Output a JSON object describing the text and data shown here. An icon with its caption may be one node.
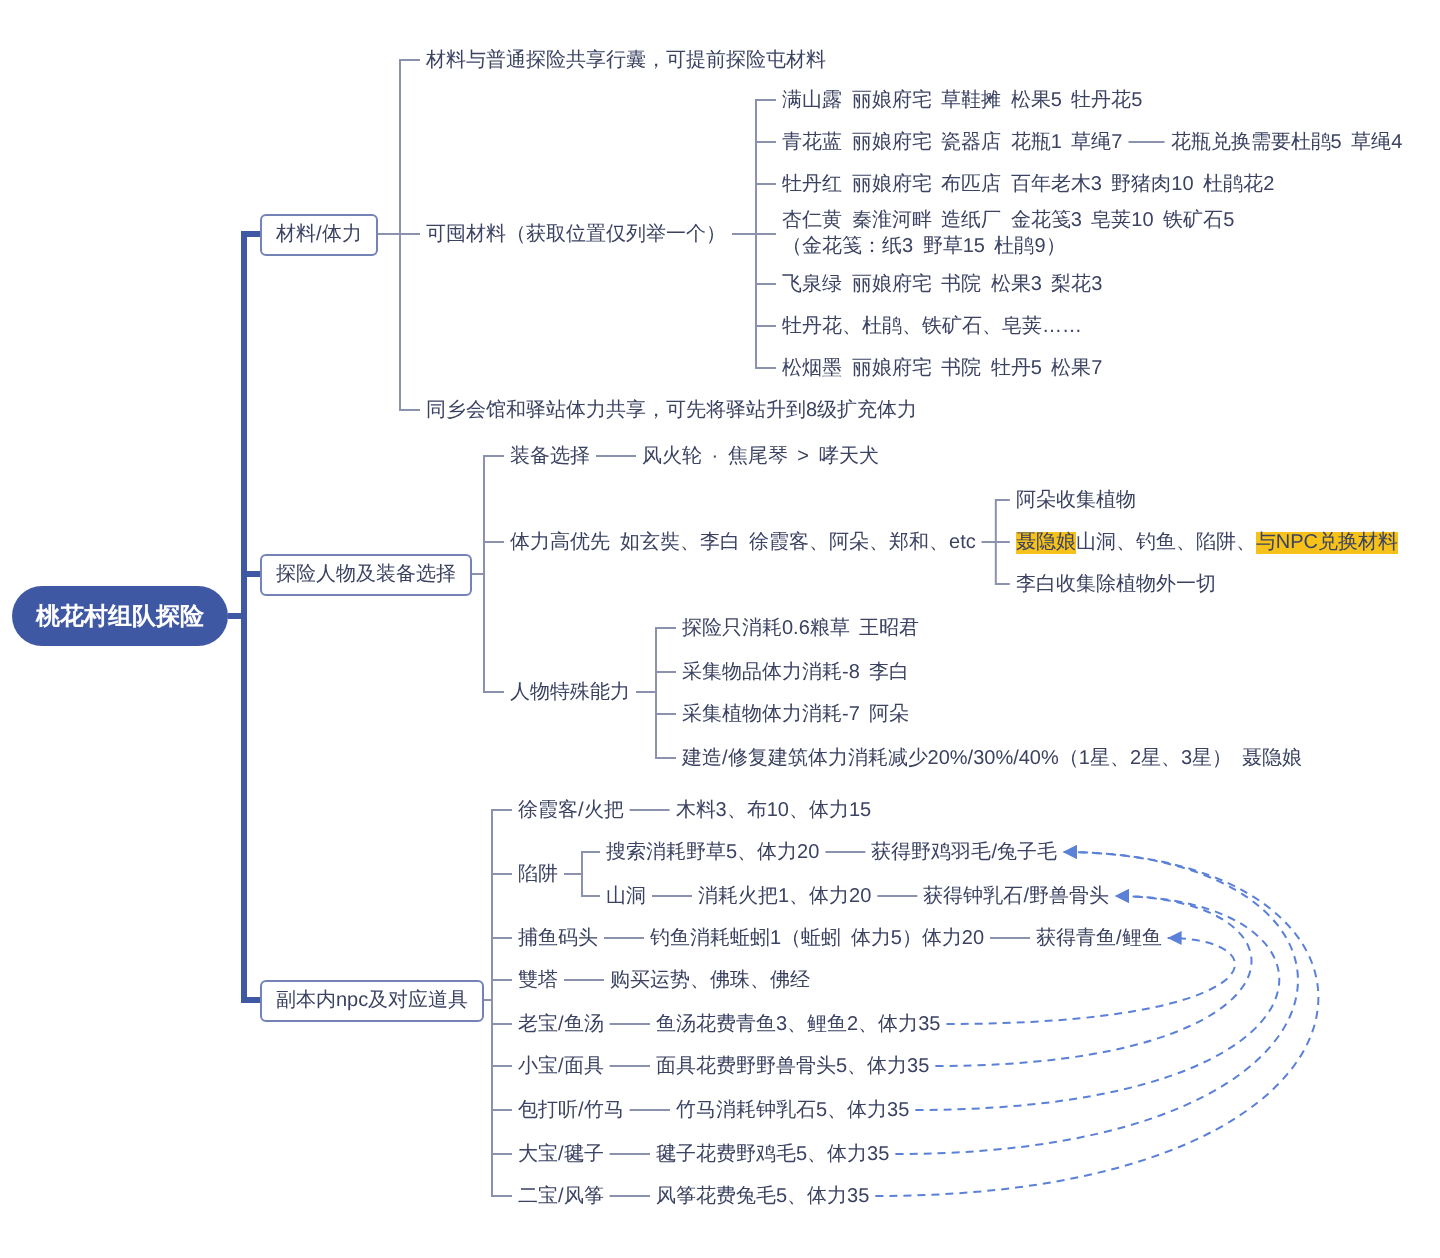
{
  "diagram": {
    "nodes": [
      {
        "text": [
          "桃花村组队探险"
        ]
      },
      {
        "text": [
          "材料/体力"
        ]
      },
      {
        "text": [
          "材料与普通探险共享行囊，可提前探险屯材料"
        ]
      },
      {
        "text": [
          "可囤材料（获取位置仅列举一个）"
        ]
      },
      {
        "text": [
          "满山露 丽娘府宅 草鞋摊 松果5 牡丹花5"
        ]
      },
      {
        "text": [
          "青花蓝 丽娘府宅 瓷器店 花瓶1 草绳7"
        ]
      },
      {
        "text": [
          "花瓶兑换需要杜鹃5 草绳4"
        ]
      },
      {
        "text": [
          "牡丹红 丽娘府宅 布匹店 百年老木3 野猪肉10 杜鹃花2"
        ]
      },
      {
        "text": [
          "杏仁黄 秦淮河畔 造纸厂 金花笺3 皂荚10 铁矿石5 （金花笺：纸3 野草15 杜鹃9）"
        ]
      },
      {
        "text": [
          "飞泉绿 丽娘府宅 书院 松果3 梨花3"
        ]
      },
      {
        "text": [
          "牡丹花、杜鹃、铁矿石、皂荚……"
        ]
      },
      {
        "text": [
          "松烟墨 丽娘府宅 书院 牡丹5 松果7"
        ]
      },
      {
        "text": [
          "同乡会馆和驿站体力共享，可先将驿站升到8级扩充体力"
        ]
      },
      {
        "text": [
          "探险人物及装备选择"
        ]
      },
      {
        "text": [
          "装备选择"
        ]
      },
      {
        "text": [
          "风火轮 · 焦尾琴 > 哮天犬"
        ]
      },
      {
        "text": [
          "体力高优先 如玄奘、李白 徐霞客、阿朵、郑和、etc"
        ]
      },
      {
        "text": [
          "阿朵收集植物"
        ]
      },
      {
        "text": [
          "**聂隐娘**山洞、钓鱼、陷阱、**与NPC兑换材料**"
        ]
      },
      {
        "text": [
          "李白收集除植物外一切"
        ]
      },
      {
        "text": [
          "人物特殊能力"
        ]
      },
      {
        "text": [
          "探险只消耗0.6粮草 王昭君"
        ]
      },
      {
        "text": [
          "采集物品体力消耗-8 李白"
        ]
      },
      {
        "text": [
          "采集植物体力消耗-7 阿朵"
        ]
      },
      {
        "text": [
          "建造/修复建筑体力消耗减少20%/30%/40%（1星、2星、3星） 聂隐娘"
        ]
      },
      {
        "text": [
          "副本内npc及对应道具"
        ]
      },
      {
        "text": [
          "徐霞客/火把"
        ]
      },
      {
        "text": [
          "木料3、布10、体力15"
        ]
      },
      {
        "text": [
          "陷阱"
        ]
      },
      {
        "text": [
          "搜索消耗野草5、体力20"
        ]
      },
      {
        "text": [
          "获得野鸡羽毛/兔子毛"
        ]
      },
      {
        "text": [
          "山洞"
        ]
      },
      {
        "text": [
          "消耗火把1、体力20"
        ]
      },
      {
        "text": [
          "获得钟乳石/野兽骨头"
        ]
      },
      {
        "text": [
          "捕鱼码头"
        ]
      },
      {
        "text": [
          "钓鱼消耗蚯蚓1（蚯蚓 体力5）体力20"
        ]
      },
      {
        "text": [
          "获得青鱼/鲤鱼"
        ]
      },
      {
        "text": [
          "雙塔"
        ]
      },
      {
        "text": [
          "购买运势、佛珠、佛经"
        ]
      },
      {
        "text": [
          "老宝/鱼汤"
        ]
      },
      {
        "text": [
          "鱼汤花费青鱼3、鲤鱼2、体力35"
        ]
      },
      {
        "text": [
          "小宝/面具"
        ]
      },
      {
        "text": [
          "面具花费野野兽骨头5、体力35"
        ]
      },
      {
        "text": [
          "包打听/竹马"
        ]
      },
      {
        "text": [
          "竹马消耗钟乳石5、体力35"
        ]
      },
      {
        "text": [
          "大宝/毽子"
        ]
      },
      {
        "text": [
          "毽子花费野鸡毛5、体力35"
        ]
      },
      {
        "text": [
          "二宝/风筝"
        ]
      },
      {
        "text": [
          "风筝花费兔毛5、体力35"
        ]
      }
    ],
    "edges": [
      {
        "from": 0,
        "to": 1,
        "arrow": "none",
        "style": "thick",
        "color": "#3f58a3"
      },
      {
        "from": 0,
        "to": 13,
        "arrow": "none",
        "style": "thick",
        "color": "#3f58a3"
      },
      {
        "from": 0,
        "to": 25,
        "arrow": "none",
        "style": "thick",
        "color": "#3f58a3"
      },
      {
        "from": 1,
        "to": 2,
        "arrow": "none"
      },
      {
        "from": 1,
        "to": 3,
        "arrow": "none"
      },
      {
        "from": 1,
        "to": 12,
        "arrow": "none"
      },
      {
        "from": 3,
        "to": 4,
        "arrow": "none"
      },
      {
        "from": 3,
        "to": 5,
        "arrow": "none"
      },
      {
        "from": 3,
        "to": 7,
        "arrow": "none"
      },
      {
        "from": 3,
        "to": 8,
        "arrow": "none"
      },
      {
        "from": 3,
        "to": 9,
        "arrow": "none"
      },
      {
        "from": 3,
        "to": 10,
        "arrow": "none"
      },
      {
        "from": 3,
        "to": 11,
        "arrow": "none"
      },
      {
        "from": 5,
        "to": 6,
        "arrow": "none"
      },
      {
        "from": 13,
        "to": 14,
        "arrow": "none"
      },
      {
        "from": 13,
        "to": 16,
        "arrow": "none"
      },
      {
        "from": 13,
        "to": 20,
        "arrow": "none"
      },
      {
        "from": 14,
        "to": 15,
        "arrow": "none"
      },
      {
        "from": 16,
        "to": 17,
        "arrow": "none"
      },
      {
        "from": 16,
        "to": 18,
        "arrow": "none"
      },
      {
        "from": 16,
        "to": 19,
        "arrow": "none"
      },
      {
        "from": 20,
        "to": 21,
        "arrow": "none"
      },
      {
        "from": 20,
        "to": 22,
        "arrow": "none"
      },
      {
        "from": 20,
        "to": 23,
        "arrow": "none"
      },
      {
        "from": 20,
        "to": 24,
        "arrow": "none"
      },
      {
        "from": 25,
        "to": 26,
        "arrow": "none"
      },
      {
        "from": 25,
        "to": 28,
        "arrow": "none"
      },
      {
        "from": 25,
        "to": 34,
        "arrow": "none"
      },
      {
        "from": 25,
        "to": 37,
        "arrow": "none"
      },
      {
        "from": 25,
        "to": 39,
        "arrow": "none"
      },
      {
        "from": 25,
        "to": 41,
        "arrow": "none"
      },
      {
        "from": 25,
        "to": 43,
        "arrow": "none"
      },
      {
        "from": 25,
        "to": 45,
        "arrow": "none"
      },
      {
        "from": 25,
        "to": 47,
        "arrow": "none"
      },
      {
        "from": 26,
        "to": 27,
        "arrow": "none"
      },
      {
        "from": 28,
        "to": 29,
        "arrow": "none"
      },
      {
        "from": 28,
        "to": 31,
        "arrow": "none"
      },
      {
        "from": 29,
        "to": 30,
        "arrow": "none"
      },
      {
        "from": 31,
        "to": 32,
        "arrow": "none"
      },
      {
        "from": 32,
        "to": 33,
        "arrow": "none"
      },
      {
        "from": 34,
        "to": 35,
        "arrow": "none"
      },
      {
        "from": 35,
        "to": 36,
        "arrow": "none"
      },
      {
        "from": 37,
        "to": 38,
        "arrow": "none"
      },
      {
        "from": 39,
        "to": 40,
        "arrow": "none"
      },
      {
        "from": 41,
        "to": 42,
        "arrow": "none"
      },
      {
        "from": 43,
        "to": 44,
        "arrow": "none"
      },
      {
        "from": 45,
        "to": 46,
        "arrow": "none"
      },
      {
        "from": 47,
        "to": 48,
        "arrow": "none"
      },
      {
        "from": 40,
        "to": 36,
        "arrow": "to",
        "style": "dashed",
        "color": "#5b80d8"
      },
      {
        "from": 42,
        "to": 33,
        "arrow": "to",
        "style": "dashed",
        "color": "#5b80d8"
      },
      {
        "from": 44,
        "to": 33,
        "arrow": "to",
        "style": "dashed",
        "color": "#5b80d8"
      },
      {
        "from": 46,
        "to": 30,
        "arrow": "to",
        "style": "dashed",
        "color": "#5b80d8"
      },
      {
        "from": 48,
        "to": 30,
        "arrow": "to",
        "style": "dashed",
        "color": "#5b80d8"
      }
    ]
  }
}
